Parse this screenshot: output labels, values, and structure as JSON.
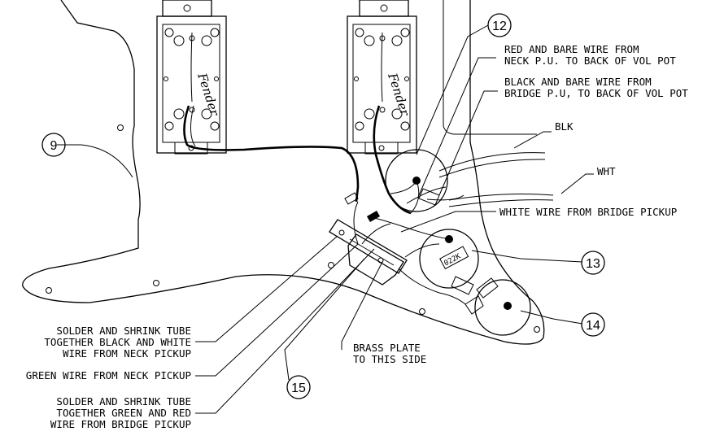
{
  "callouts": [
    {
      "id": "9",
      "text": "9"
    },
    {
      "id": "12",
      "text": "12"
    },
    {
      "id": "13",
      "text": "13"
    },
    {
      "id": "14",
      "text": "14"
    },
    {
      "id": "15",
      "text": "15"
    }
  ],
  "labels": {
    "red_bare_1": "RED AND BARE WIRE FROM",
    "red_bare_2": "NECK P.U. TO BACK OF VOL POT",
    "black_bare_1": "BLACK AND BARE WIRE FROM",
    "black_bare_2": "BRIDGE P.U, TO BACK OF VOL POT",
    "blk": "BLK",
    "wht": "WHT",
    "white_wire": "WHITE WIRE FROM BRIDGE PICKUP",
    "solder1_1": "SOLDER AND SHRINK TUBE",
    "solder1_2": "TOGETHER BLACK AND WHITE",
    "solder1_3": "WIRE FROM NECK PICKUP",
    "green_wire": "GREEN WIRE FROM NECK PICKUP",
    "solder2_1": "SOLDER AND SHRINK TUBE",
    "solder2_2": "TOGETHER GREEN AND RED",
    "solder2_3": "WIRE FROM BRIDGE PICKUP",
    "brass_1": "BRASS PLATE",
    "brass_2": "TO THIS SIDE",
    "cap_value": "022K"
  },
  "pickups": [
    {
      "name": "neck-pickup",
      "logo": "Fender"
    },
    {
      "name": "bridge-pickup",
      "logo": "Fender"
    }
  ]
}
